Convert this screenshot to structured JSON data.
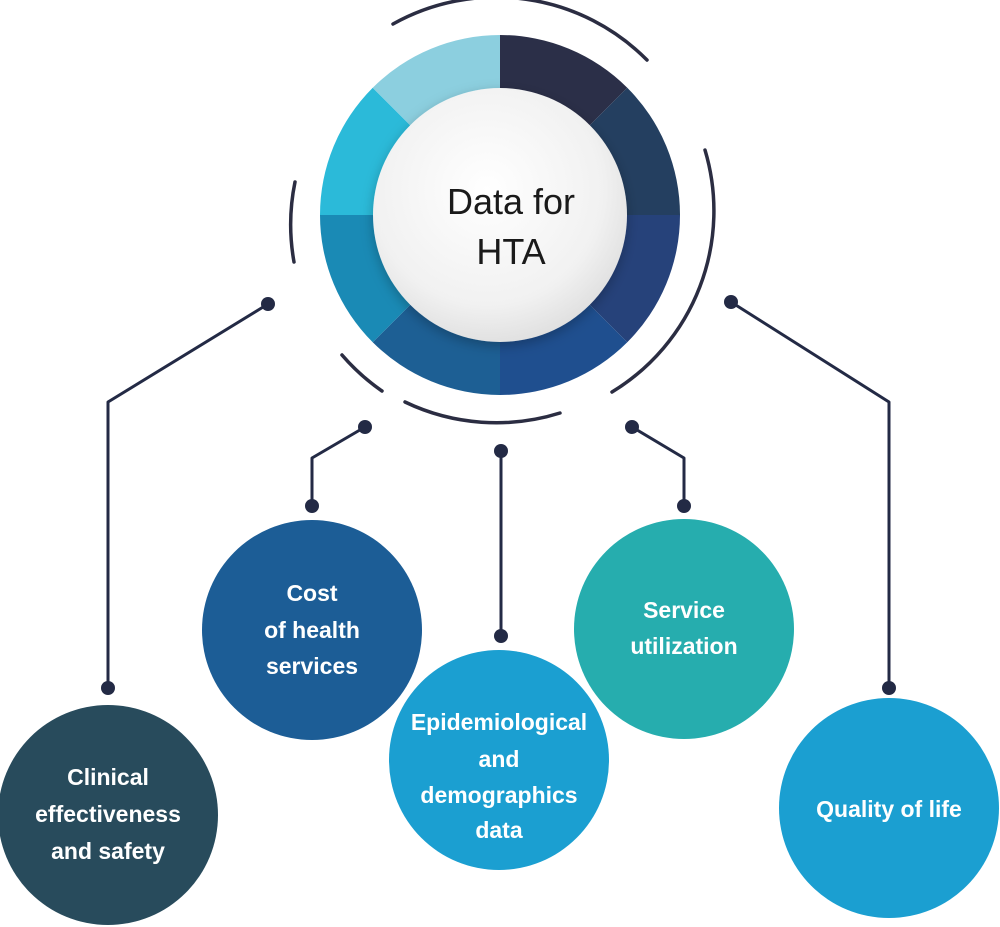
{
  "center": {
    "lines": [
      "Data for",
      "HTA"
    ]
  },
  "ring_colors": [
    "#2b2f48",
    "#243f60",
    "#26427a",
    "#1f4f8f",
    "#1d5f94",
    "#1a8ab5",
    "#2bbad9",
    "#8ccfdf"
  ],
  "nodes": [
    {
      "id": "clinical",
      "lines": [
        "Clinical",
        "effectiveness",
        "and safety"
      ],
      "color": "#284b5c"
    },
    {
      "id": "cost",
      "lines": [
        "Cost",
        "of health",
        "services"
      ],
      "color": "#1c5d96"
    },
    {
      "id": "epidemiological",
      "lines": [
        "Epidemiological",
        "and",
        "demographics",
        "data"
      ],
      "color": "#1b9fd1"
    },
    {
      "id": "service",
      "lines": [
        "Service",
        "utilization"
      ],
      "color": "#26adae"
    },
    {
      "id": "quality",
      "lines": [
        "Quality of life"
      ],
      "color": "#1b9fd1"
    }
  ]
}
